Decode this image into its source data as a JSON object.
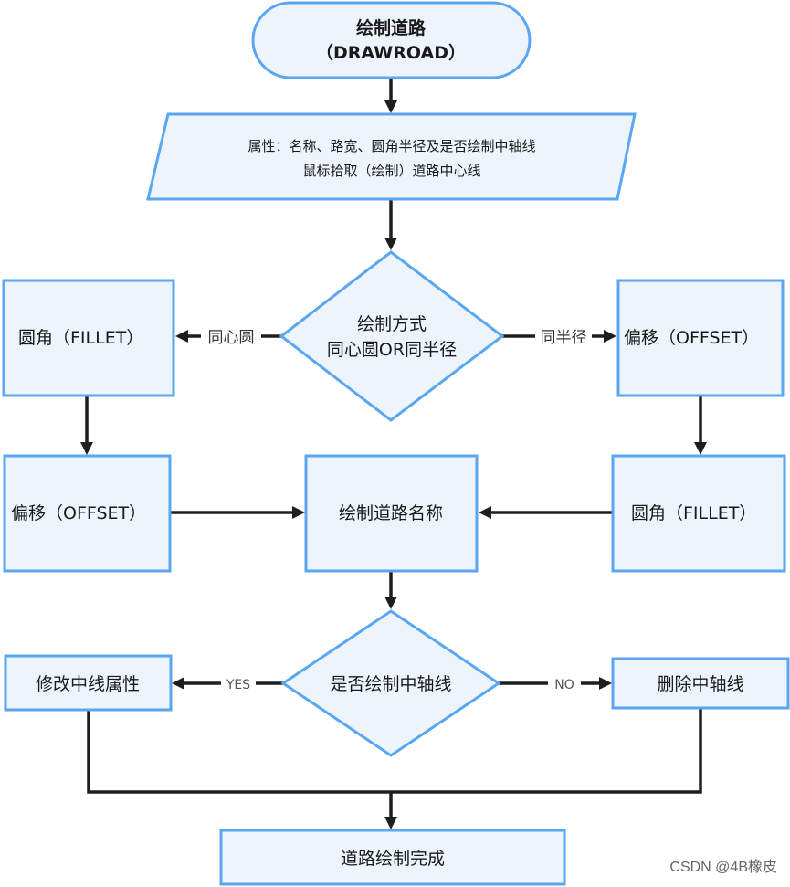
{
  "nodes": {
    "start_title": "绘制道路",
    "start_sub": "（DRAWROAD）",
    "input_line1": "属性：名称、路宽、圆角半径及是否绘制中轴线",
    "input_line2": "鼠标拾取（绘制）道路中心线",
    "method_line1": "绘制方式",
    "method_line2": "同心圆OR同半径",
    "fillet_left": "圆角（FILLET）",
    "offset_right": "偏移（OFFSET）",
    "offset_left": "偏移（OFFSET）",
    "draw_name": "绘制道路名称",
    "fillet_right": "圆角（FILLET）",
    "axis_decision": "是否绘制中轴线",
    "modify_props": "修改中线属性",
    "delete_axis": "删除中轴线",
    "done": "道路绘制完成"
  },
  "edge_labels": {
    "concentric": "同心圆",
    "same_radius": "同半径",
    "yes": "YES",
    "no": "NO"
  },
  "watermark": "CSDN @4B橡皮"
}
